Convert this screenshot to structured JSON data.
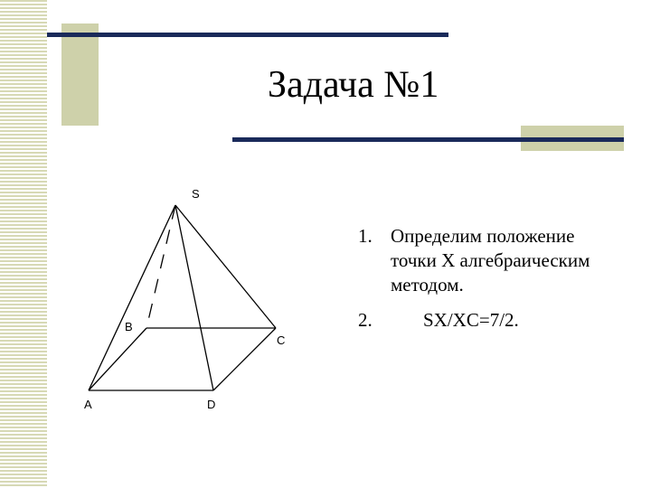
{
  "title": "Задача №1",
  "diagram": {
    "vertices": {
      "S": "S",
      "A": "A",
      "B": "B",
      "C": "C",
      "D": "D"
    }
  },
  "items": [
    {
      "number": "1.",
      "text": "Определим положение точки X алгебраическим методом."
    },
    {
      "number": "2.",
      "text": "SX/XC=7/2."
    }
  ],
  "colors": {
    "bar": "#1a2a5a",
    "accent_block": "#ced1aa",
    "stripe": "#d7d9b5"
  }
}
